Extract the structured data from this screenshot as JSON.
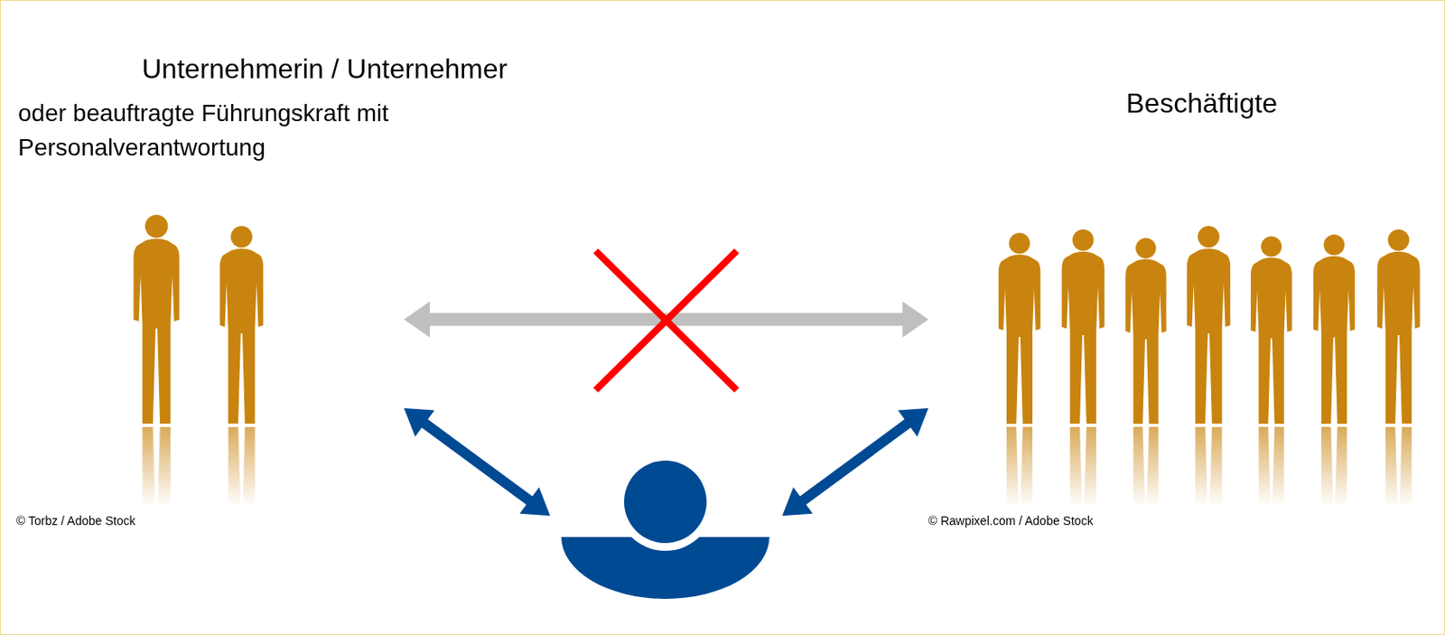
{
  "diagram": {
    "nodes": [
      {
        "text": [
          "Unternehmerin / Unternehmer",
          "oder beauftragte Führungskraft mit Personalverantwortung"
        ]
      },
      {
        "text": []
      },
      {
        "text": [
          "Beschäftigte"
        ]
      }
    ],
    "edges": [
      {
        "from": 0,
        "to": 2,
        "arrow": "both"
      },
      {
        "from": 0,
        "to": 1,
        "arrow": "both"
      },
      {
        "from": 1,
        "to": 2,
        "arrow": "both"
      }
    ],
    "labels": [
      "© Torbz / Adobe Stock",
      "© Rawpixel.com / Adobe Stock"
    ]
  }
}
